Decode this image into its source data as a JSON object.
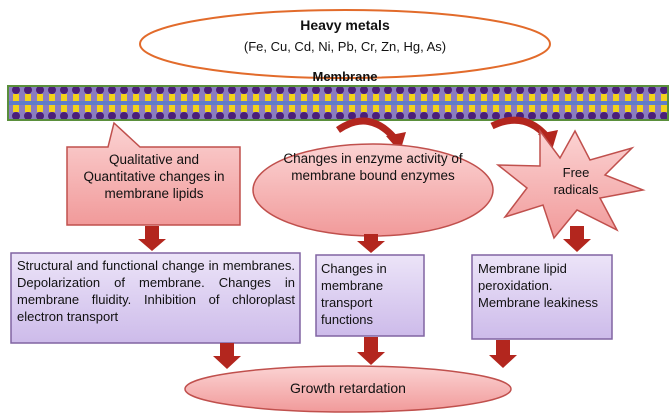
{
  "heavy_metals": {
    "title": "Heavy metals",
    "list": "(Fe, Cu, Cd, Ni, Pb, Cr, Zn, Hg, As)"
  },
  "membrane_label": "Membrane",
  "lipid_changes": "Qualitative and Quantitative changes in membrane lipids",
  "enzyme_changes": "Changes in enzyme activity of membrane bound enzymes",
  "free_radicals": "Free radicals",
  "structural_change": "Structural and functional change in membranes. Depolarization of membrane. Changes in membrane fluidity. Inhibition of chloroplast electron transport",
  "transport_change": "Changes in membrane transport functions",
  "lipid_peroxidation": "Membrane lipid peroxidation. Membrane leakiness",
  "growth_retardation": "Growth retardation",
  "colors": {
    "oval_stroke": "#e26b2b",
    "pink_fill": "#f4a3a3",
    "pink_stroke": "#c0504d",
    "purple_fill": "#d9cbf0",
    "purple_stroke": "#8064a2",
    "arrow": "#b3261e",
    "membrane_yellow": "#f2d21b",
    "membrane_purple": "#5b2c87"
  }
}
